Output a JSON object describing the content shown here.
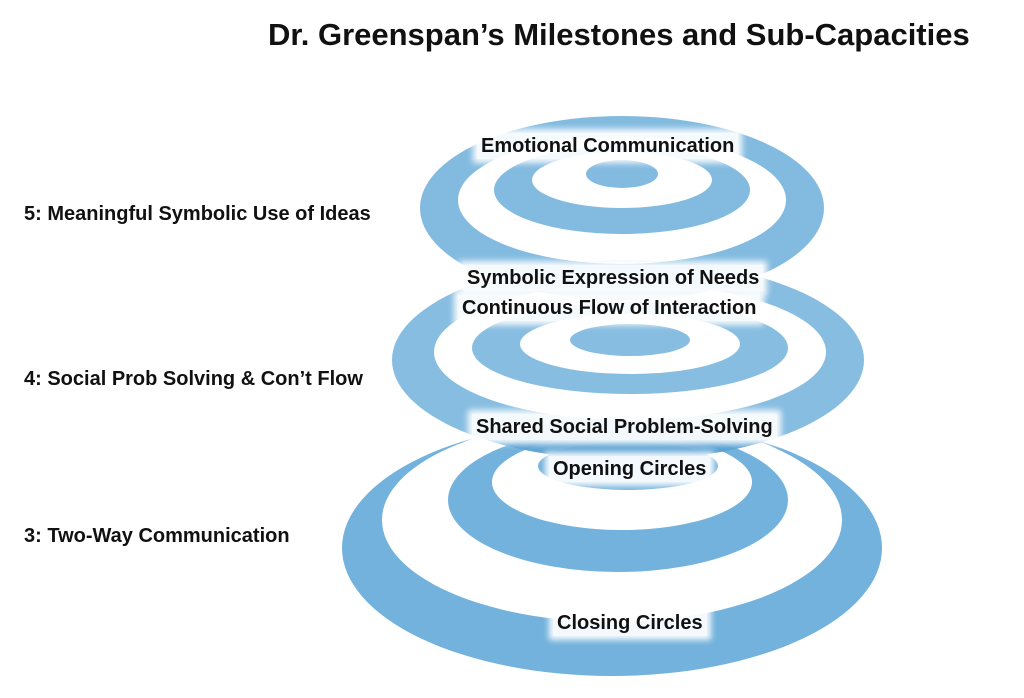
{
  "title": "Dr. Greenspan’s Milestones and Sub-Capacities",
  "milestones": [
    {
      "label": "5: Meaningful Symbolic Use of Ideas"
    },
    {
      "label": "4: Social Prob Solving & Con’t Flow"
    },
    {
      "label": "3: Two-Way Communication"
    }
  ],
  "sub_capacities": [
    {
      "label": "Emotional Communication"
    },
    {
      "label": "Symbolic Expression of Needs"
    },
    {
      "label": "Continuous Flow of Interaction"
    },
    {
      "label": "Shared Social Problem-Solving"
    },
    {
      "label": "Opening Circles"
    },
    {
      "label": "Closing Circles"
    }
  ],
  "colors": {
    "ring_blue": "#72b2dc",
    "ring_blue_light": "#8cc3e6",
    "overlap_blue": "#3f8fca",
    "text": "#111111"
  }
}
